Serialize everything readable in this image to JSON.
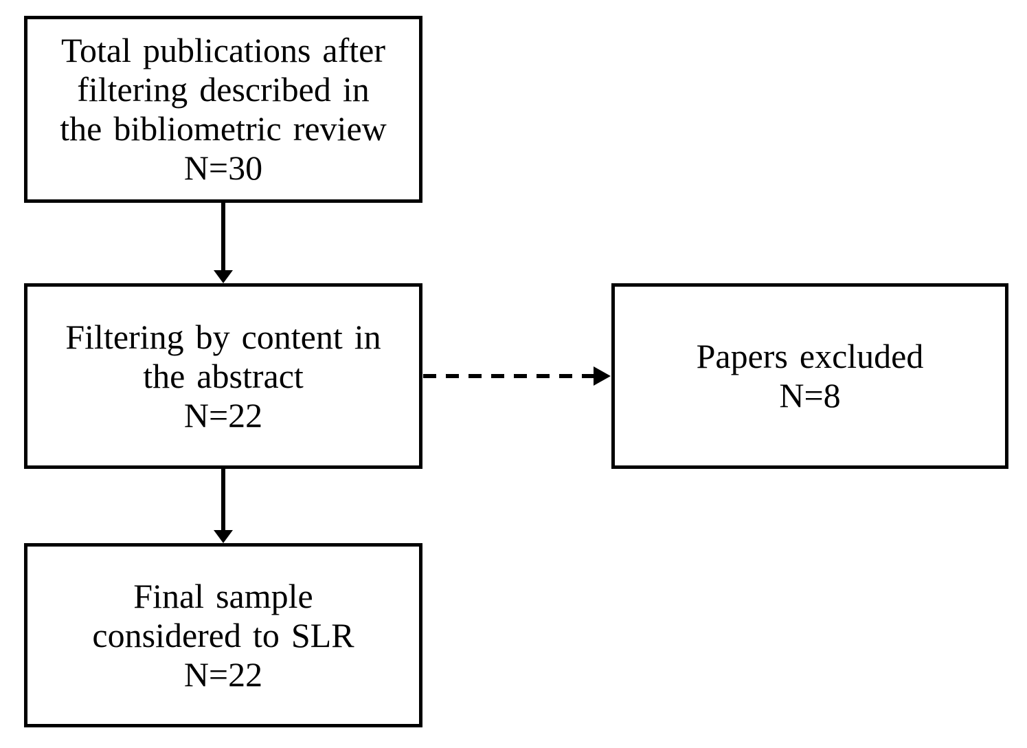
{
  "diagram": {
    "type": "flowchart",
    "colors": {
      "background": "#ffffff",
      "box_fill": "#ffffff",
      "box_border": "#000000",
      "line": "#000000",
      "text": "#000000"
    },
    "boxes": {
      "total": {
        "text": "Total publications after\nfiltering described in\nthe bibliometric review\nN=30"
      },
      "filter": {
        "text": "Filtering by content in\nthe abstract\nN=22"
      },
      "excluded": {
        "text": "Papers excluded\nN=8"
      },
      "final": {
        "text": "Final sample\nconsidered to SLR\nN=22"
      }
    },
    "connections": [
      {
        "from": "total",
        "to": "filter",
        "style": "solid",
        "direction": "down"
      },
      {
        "from": "filter",
        "to": "excluded",
        "style": "dashed",
        "direction": "right"
      },
      {
        "from": "filter",
        "to": "final",
        "style": "solid",
        "direction": "down"
      }
    ]
  }
}
